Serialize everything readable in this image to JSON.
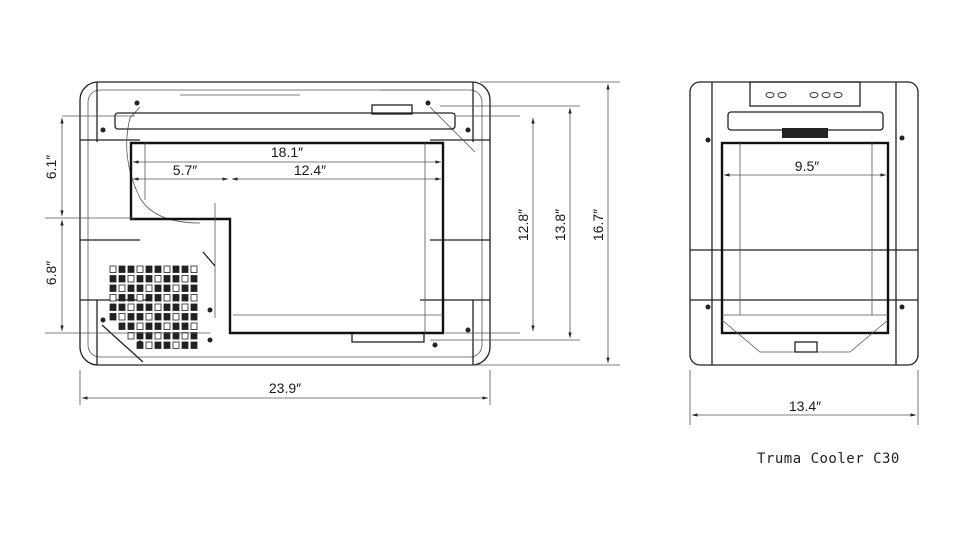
{
  "product_name": "Truma Cooler C30",
  "front_view": {
    "dimensions": {
      "interior_width": "18.1″",
      "step_width": "5.7″",
      "deep_section_width": "12.4″",
      "upper_depth": "6.1″",
      "lower_depth": "6.8″",
      "interior_height": "12.8″",
      "height_without_handle": "13.8″",
      "overall_height": "16.7″",
      "overall_width": "23.9″"
    }
  },
  "side_view": {
    "dimensions": {
      "interior_width": "9.5″",
      "overall_depth": "13.4″"
    }
  },
  "colors": {
    "line": "#222222",
    "background": "#ffffff"
  }
}
